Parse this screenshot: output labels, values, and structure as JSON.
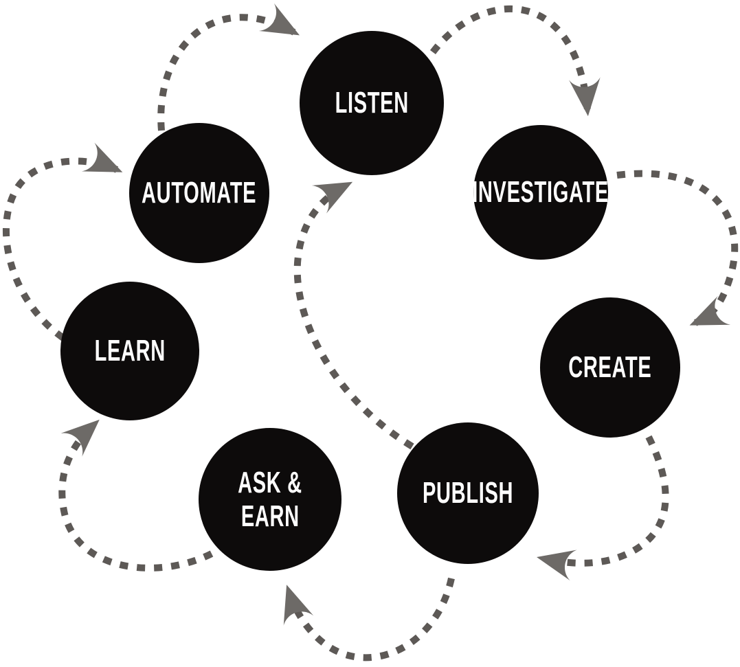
{
  "colors": {
    "background": "#ffffff",
    "node_fill": "#0d0b0b",
    "node_text": "#ffffff",
    "dash": "#5d5956",
    "arrowhead": "#6d6a67"
  },
  "nodes": [
    {
      "id": "listen",
      "label": "LISTEN"
    },
    {
      "id": "investigate",
      "label": "INVESTIGATE"
    },
    {
      "id": "create",
      "label": "CREATE"
    },
    {
      "id": "publish",
      "label": "PUBLISH"
    },
    {
      "id": "ask-earn",
      "label": "ASK & EARN",
      "lines": [
        "ASK &",
        "EARN"
      ]
    },
    {
      "id": "learn",
      "label": "LEARN"
    },
    {
      "id": "automate",
      "label": "AUTOMATE"
    }
  ],
  "edges": [
    {
      "from": "automate",
      "to": "listen"
    },
    {
      "from": "listen",
      "to": "investigate"
    },
    {
      "from": "investigate",
      "to": "create"
    },
    {
      "from": "create",
      "to": "publish"
    },
    {
      "from": "publish",
      "to": "ask-earn"
    },
    {
      "from": "ask-earn",
      "to": "learn"
    },
    {
      "from": "learn",
      "to": "automate"
    },
    {
      "from": "publish",
      "to": "listen"
    }
  ]
}
